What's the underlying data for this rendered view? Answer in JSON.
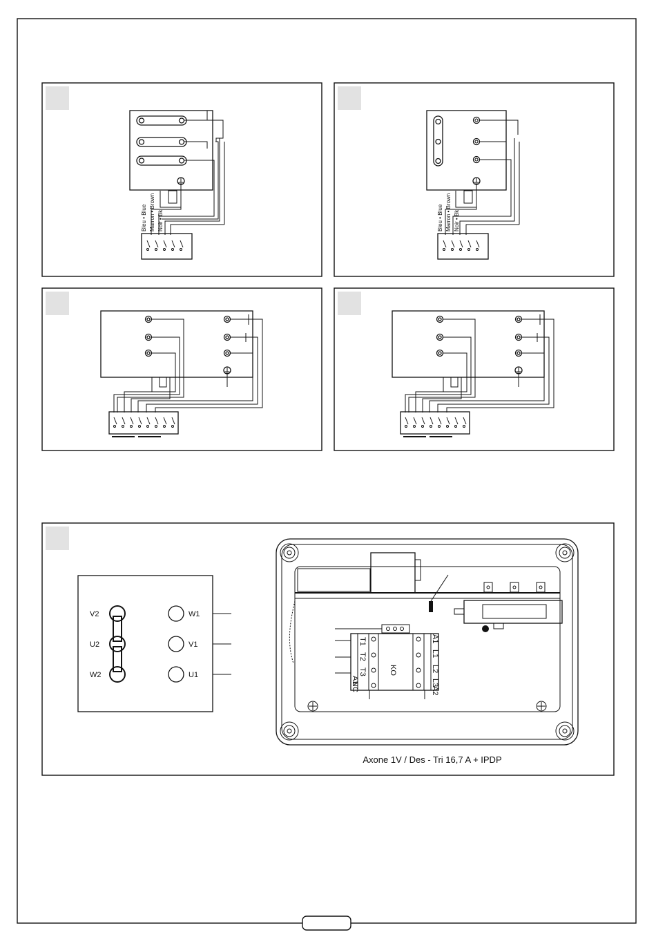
{
  "page": {
    "background": "#ffffff",
    "ink": "#111111",
    "badge_color": "#e2e2e2"
  },
  "panels": [
    {
      "id": "A",
      "wire_labels": [
        "Bleu • Blue",
        "Marron • Brown",
        "Noir • Bk"
      ]
    },
    {
      "id": "B",
      "wire_labels": [
        "Bleu • Blue",
        "Marron • Brown",
        "Noir • Bk"
      ]
    },
    {
      "id": "C"
    },
    {
      "id": "D"
    },
    {
      "id": "E",
      "terminals": {
        "left": [
          "V2",
          "U2",
          "W2"
        ],
        "right": [
          "W1",
          "V1",
          "U1"
        ]
      },
      "contactor": {
        "label": "KO",
        "left_marks": [
          "T1",
          "T2",
          "T3"
        ],
        "nc_marks": [
          "NC",
          "A1"
        ],
        "right_marks": [
          "A1",
          "L1",
          "L2",
          "L3",
          "A2"
        ]
      },
      "caption": "Axone 1V / Des - Tri 16,7 A + IPDP"
    }
  ]
}
